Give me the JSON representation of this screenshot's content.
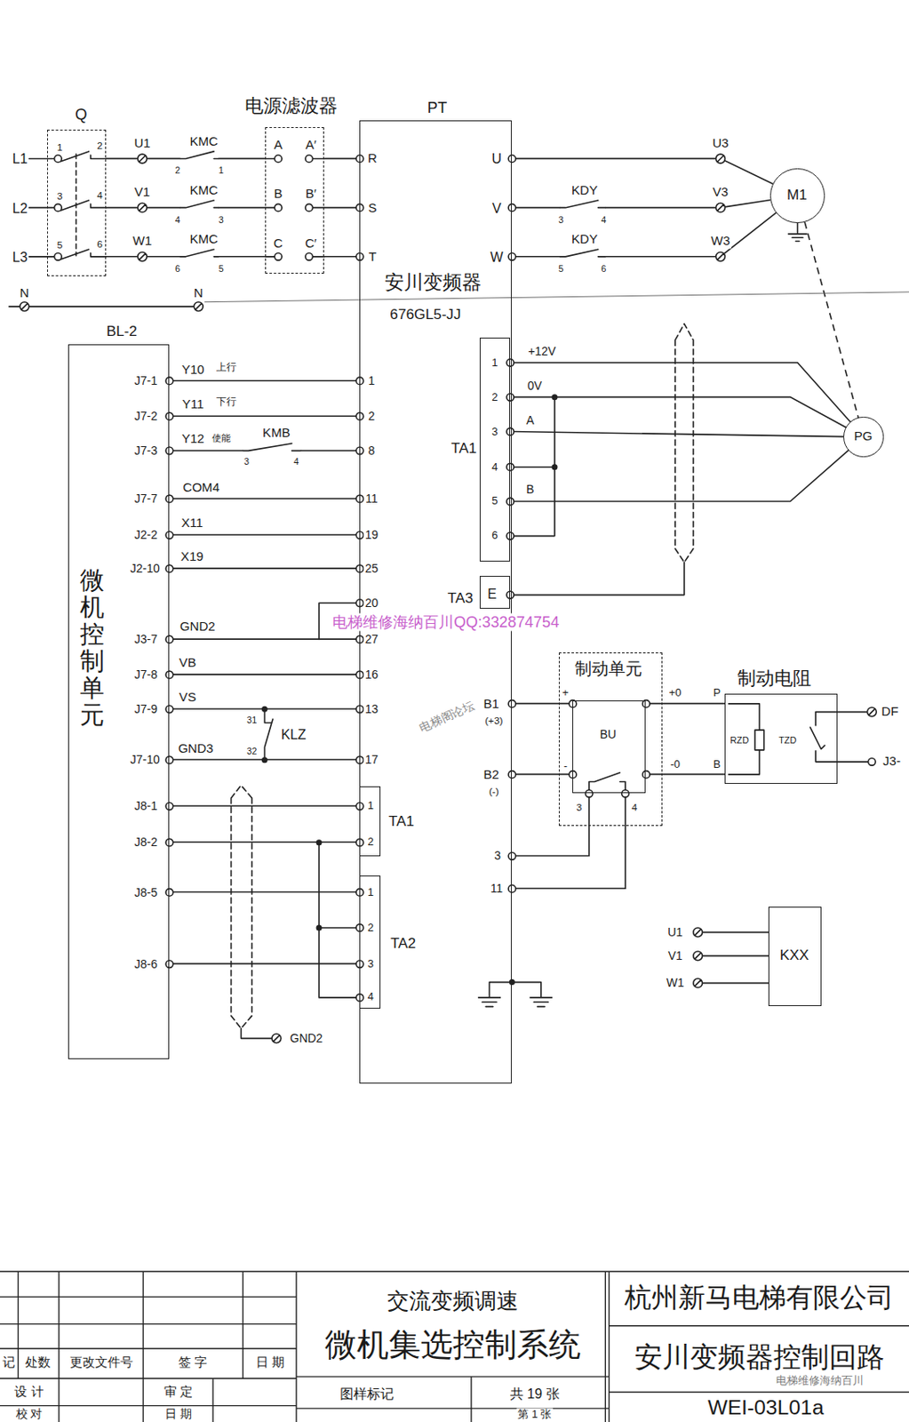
{
  "diagram": {
    "nodes": [
      {
        "text": [
          "Q"
        ]
      },
      {
        "text": [
          "电源滤波器"
        ]
      },
      {
        "text": [
          "PT",
          "安川变频器",
          "676GL5-JJ"
        ]
      },
      {
        "text": [
          "TA1"
        ],
        "in": 2
      },
      {
        "text": [
          "TA3",
          "E"
        ],
        "in": 2
      },
      {
        "text": [
          "TA1"
        ],
        "in": 2
      },
      {
        "text": [
          "TA2"
        ],
        "in": 2
      },
      {
        "text": [
          "BL-2",
          "微机控制单元"
        ]
      },
      {
        "text": [
          "制动单元"
        ]
      },
      {
        "text": [
          "BU"
        ],
        "in": 8
      },
      {
        "text": [
          "制动电阻"
        ]
      },
      {
        "text": [
          "M1"
        ]
      },
      {
        "text": [
          "PG"
        ]
      },
      {
        "text": [
          "KXX"
        ]
      }
    ],
    "edges": [
      {
        "from": 0,
        "to": 1,
        "arrow": "none"
      },
      {
        "from": 0,
        "to": 1,
        "arrow": "none"
      },
      {
        "from": 0,
        "to": 1,
        "arrow": "none"
      },
      {
        "from": 1,
        "to": 2,
        "arrow": "none"
      },
      {
        "from": 1,
        "to": 2,
        "arrow": "none"
      },
      {
        "from": 1,
        "to": 2,
        "arrow": "none"
      },
      {
        "from": 2,
        "to": 11,
        "arrow": "none"
      },
      {
        "from": 2,
        "to": 11,
        "arrow": "none"
      },
      {
        "from": 2,
        "to": 11,
        "arrow": "none"
      },
      {
        "from": 11,
        "to": 12,
        "arrow": "none"
      },
      {
        "from": 3,
        "to": 12,
        "arrow": "none"
      },
      {
        "from": 3,
        "to": 12,
        "arrow": "none"
      },
      {
        "from": 3,
        "to": 12,
        "arrow": "none"
      },
      {
        "from": 3,
        "to": 12,
        "arrow": "none"
      },
      {
        "from": 7,
        "to": 2,
        "arrow": "none"
      },
      {
        "from": 7,
        "to": 2,
        "arrow": "none"
      },
      {
        "from": 7,
        "to": 2,
        "arrow": "none"
      },
      {
        "from": 7,
        "to": 2,
        "arrow": "none"
      },
      {
        "from": 7,
        "to": 2,
        "arrow": "none"
      },
      {
        "from": 7,
        "to": 2,
        "arrow": "none"
      },
      {
        "from": 7,
        "to": 2,
        "arrow": "none"
      },
      {
        "from": 7,
        "to": 2,
        "arrow": "none"
      },
      {
        "from": 7,
        "to": 2,
        "arrow": "none"
      },
      {
        "from": 7,
        "to": 2,
        "arrow": "none"
      },
      {
        "from": 7,
        "to": 5,
        "arrow": "none"
      },
      {
        "from": 7,
        "to": 5,
        "arrow": "none"
      },
      {
        "from": 7,
        "to": 6,
        "arrow": "none"
      },
      {
        "from": 7,
        "to": 6,
        "arrow": "none"
      },
      {
        "from": 2,
        "to": 9,
        "arrow": "none"
      },
      {
        "from": 2,
        "to": 9,
        "arrow": "none"
      },
      {
        "from": 2,
        "to": 9,
        "arrow": "none"
      },
      {
        "from": 2,
        "to": 9,
        "arrow": "none"
      },
      {
        "from": 9,
        "to": 10,
        "arrow": "none"
      },
      {
        "from": 9,
        "to": 10,
        "arrow": "none"
      }
    ],
    "labels": [
      "L1",
      "L2",
      "L3",
      "1",
      "2",
      "3",
      "4",
      "5",
      "6",
      "U1",
      "V1",
      "W1",
      "KMC",
      "KMC",
      "KMC",
      "2",
      "1",
      "4",
      "3",
      "6",
      "5",
      "A",
      "A′",
      "B",
      "B′",
      "C",
      "C′",
      "R",
      "S",
      "T",
      "N",
      "N",
      "U",
      "V",
      "W",
      "KDY",
      "KDY",
      "3",
      "4",
      "5",
      "6",
      "U3",
      "V3",
      "W3",
      "+12V",
      "0V",
      "A",
      "B",
      "1",
      "2",
      "3",
      "4",
      "5",
      "6",
      "J7-1",
      "J7-2",
      "J7-3",
      "J7-7",
      "J2-2",
      "J2-10",
      "J3-7",
      "J7-8",
      "J7-9",
      "J7-10",
      "J8-1",
      "J8-2",
      "J8-5",
      "J8-6",
      "Y10",
      "上行",
      "Y11",
      "下行",
      "Y12",
      "使能",
      "KMB",
      "3",
      "4",
      "COM4",
      "X11",
      "X19",
      "GND2",
      "VB",
      "VS",
      "31",
      "KLZ",
      "32",
      "GND3",
      "1",
      "2",
      "8",
      "11",
      "19",
      "25",
      "20",
      "27",
      "16",
      "13",
      "17",
      "1",
      "2",
      "1",
      "2",
      "3",
      "4",
      "GND2",
      "B1",
      "(+3)",
      "B2",
      "(-)",
      "3",
      "11",
      "+",
      "-",
      "3",
      "4",
      "+0",
      "-0",
      "P",
      "B",
      "RZD",
      "TZD",
      "DF",
      "J3-",
      "U1",
      "V1",
      "W1",
      "电梯维修海纳百川QQ:332874754",
      "电梯阁论坛",
      "记",
      "处数",
      "更改文件号",
      "签 字",
      "日 期",
      "设 计",
      "审 定",
      "校 对",
      "日 期",
      "交流变频调速",
      "微机集选控制系统",
      "图样标记",
      "共 19 张",
      "第 1 张",
      "杭州新马电梯有限公司",
      "安川变频器控制回路",
      "WEI-03L01a",
      "电梯维修海纳百川"
    ]
  }
}
